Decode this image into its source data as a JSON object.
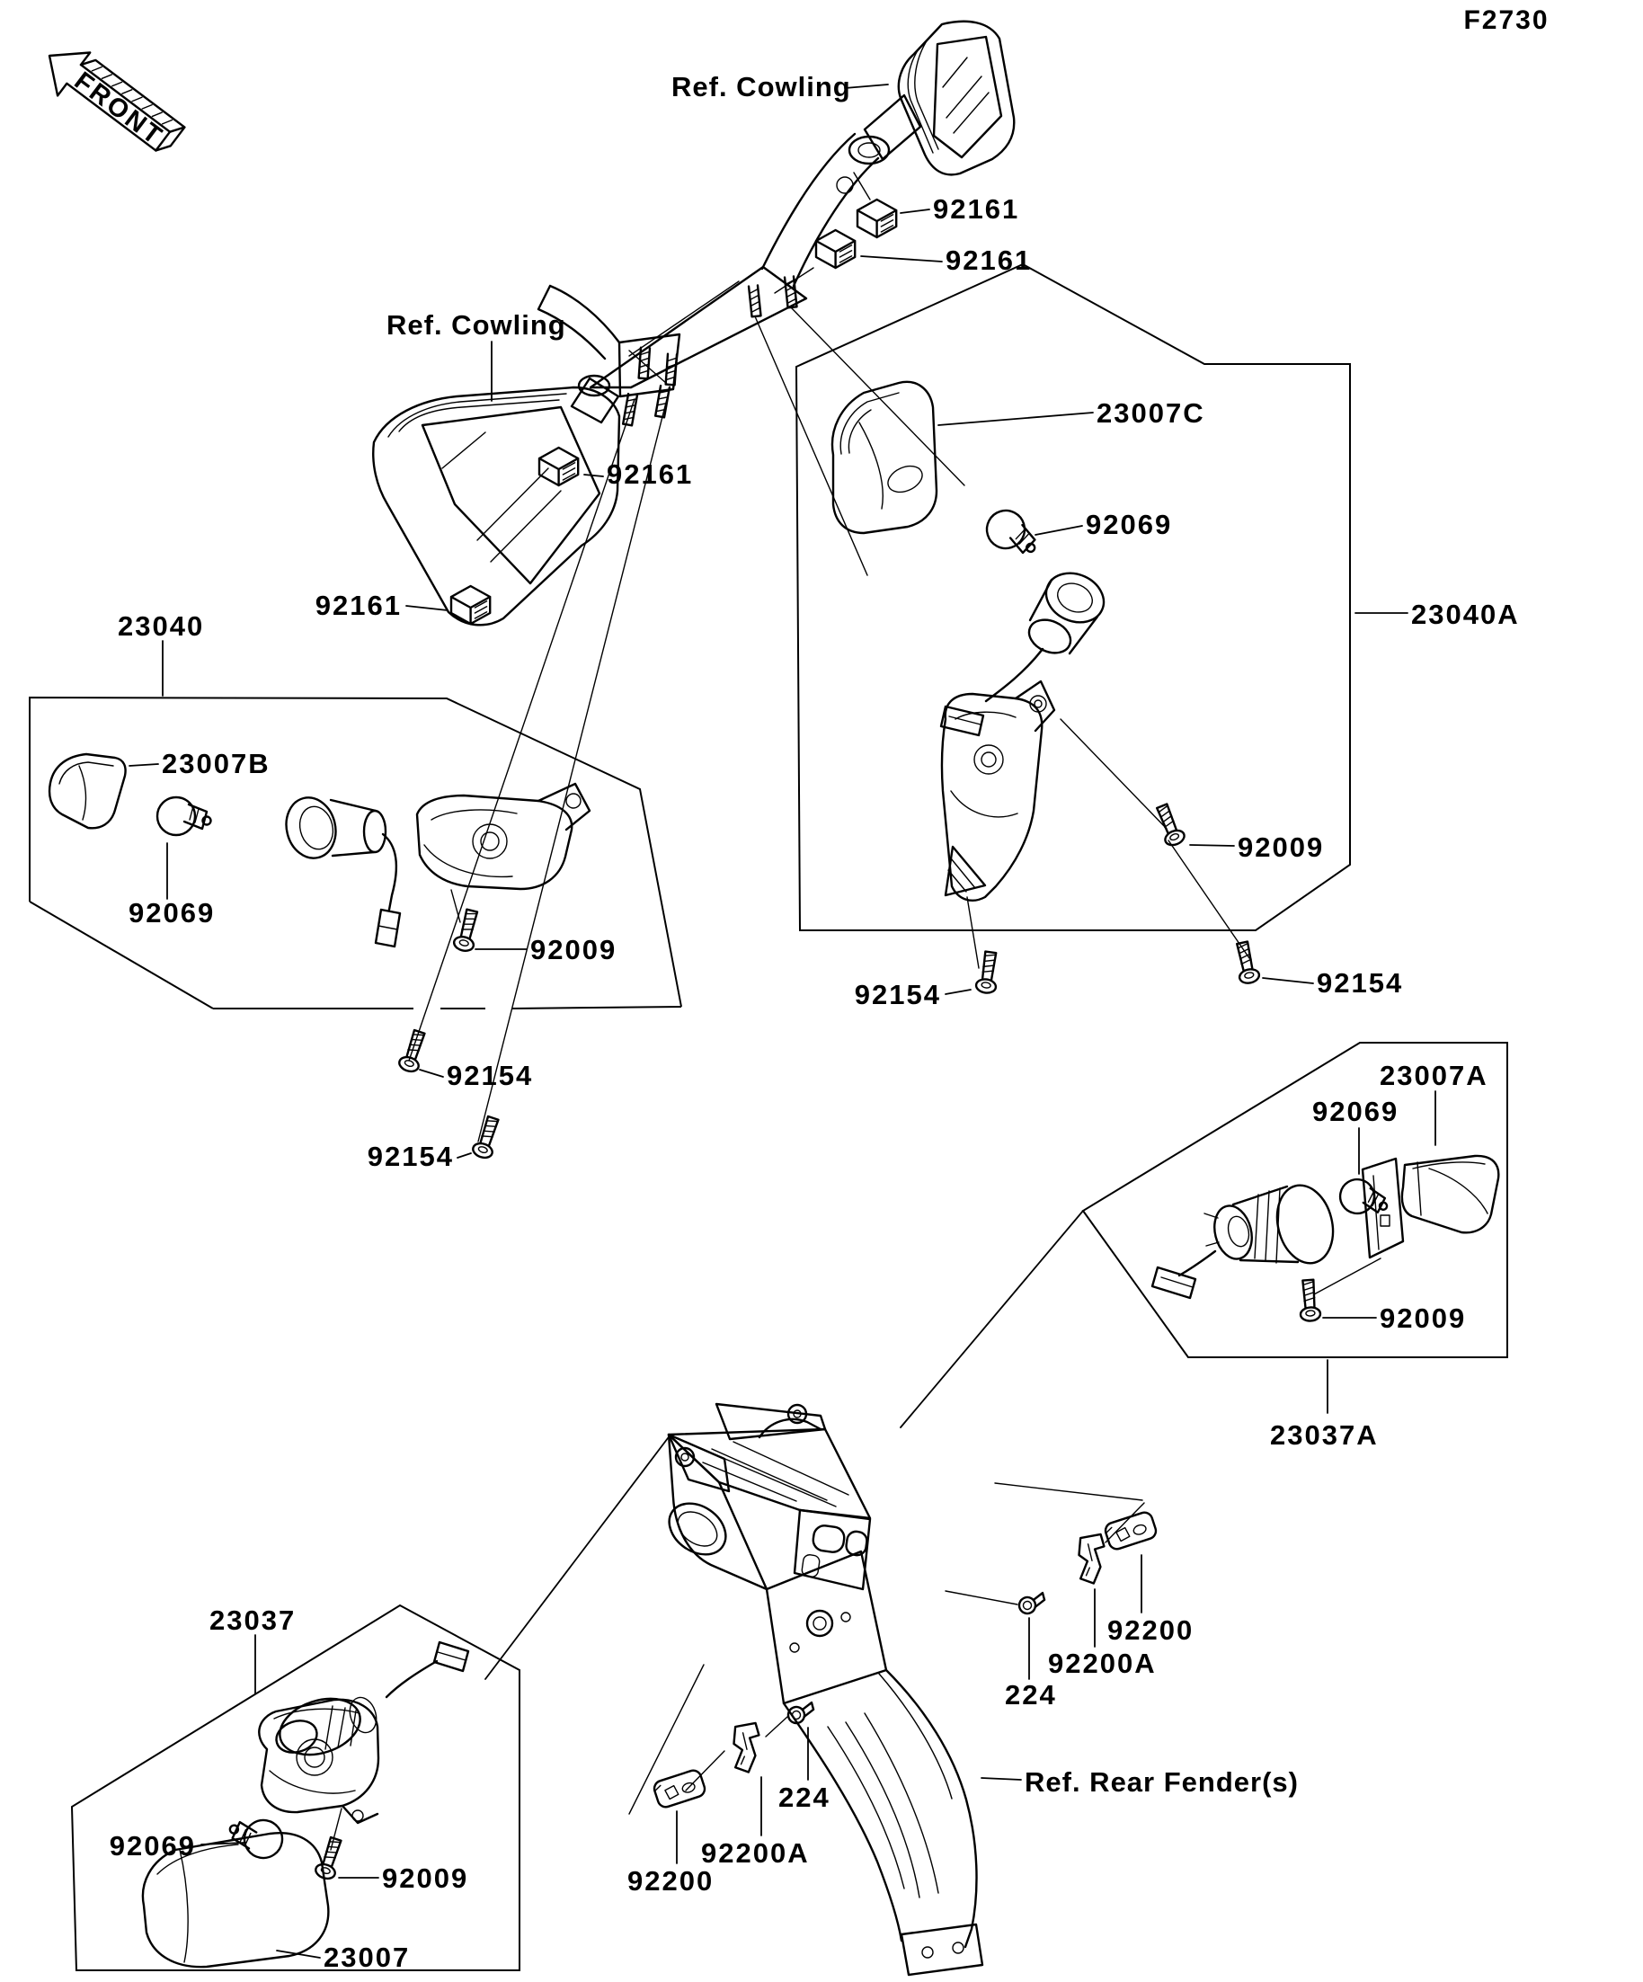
{
  "figure": {
    "code": "F2730",
    "front_label": "FRONT"
  },
  "references": {
    "cowling_right": "Ref. Cowling",
    "cowling_left": "Ref. Cowling",
    "rear_fender": "Ref. Rear Fender(s)"
  },
  "callouts": {
    "damper_right_upper": "92161",
    "damper_right_lower": "92161",
    "damper_left_outer": "92161",
    "damper_left_inner": "92161",
    "box_front_left": "23040",
    "box_front_right": "23040A",
    "lens_front_right": "23007C",
    "lens_front_left": "23007B",
    "lens_rear_right": "23007A",
    "lens_rear_left": "23007",
    "bulb_front_right": "92069",
    "bulb_front_left": "92069",
    "bulb_rear_right": "92069",
    "bulb_rear_left": "92069",
    "screw_front_right": "92009",
    "screw_front_left": "92009",
    "screw_rear_right": "92009",
    "screw_rear_left": "92009",
    "mount_screw_right_1": "92154",
    "mount_screw_right_2": "92154",
    "mount_screw_left_1": "92154",
    "mount_screw_left_2": "92154",
    "box_rear_right": "23037A",
    "box_rear_left": "23037",
    "plate_right": "92200",
    "plate_bottom": "92200",
    "bracket_right": "92200A",
    "bracket_bottom": "92200A",
    "bolt_right": "224",
    "bolt_bottom": "224"
  }
}
